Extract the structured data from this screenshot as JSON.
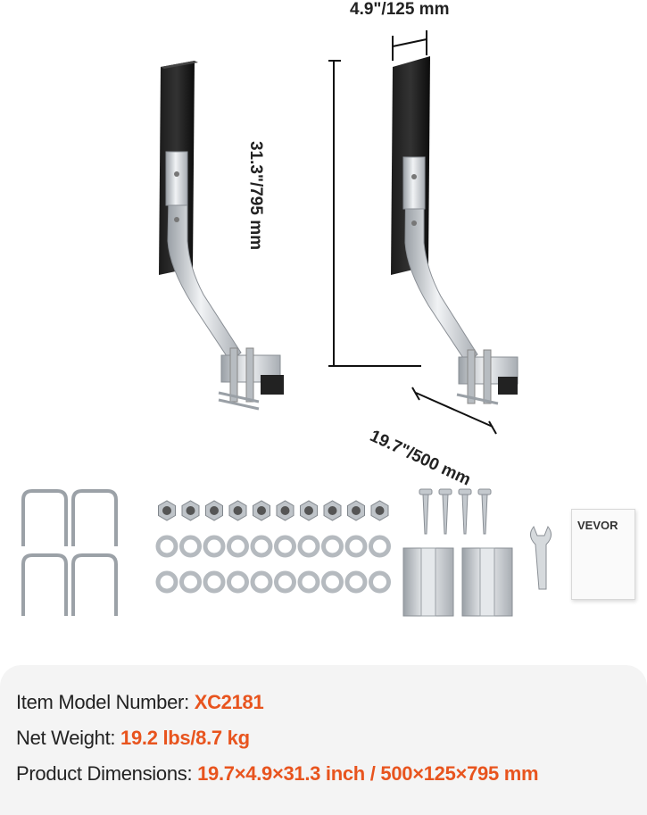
{
  "dimensions": {
    "width": "4.9\"/125 mm",
    "height": "31.3\"/795 mm",
    "depth": "19.7\"/500 mm"
  },
  "manual": {
    "brand": "VEVOR"
  },
  "specs": {
    "model_label": "Item Model Number: ",
    "model_value": "XC2181",
    "weight_label": "Net Weight: ",
    "weight_value": "19.2 lbs/8.7 kg",
    "dimensions_label": "Product Dimensions: ",
    "dimensions_value": "19.7×4.9×31.3 inch / 500×125×795 mm"
  },
  "colors": {
    "accent": "#e8541e",
    "pad": "#111111",
    "metal": "#c9cdd1"
  },
  "icons": [
    "boat-guide-bracket",
    "u-bolt",
    "hex-nut",
    "flat-washer",
    "wood-screw",
    "mounting-plate",
    "wrench",
    "instruction-manual"
  ]
}
